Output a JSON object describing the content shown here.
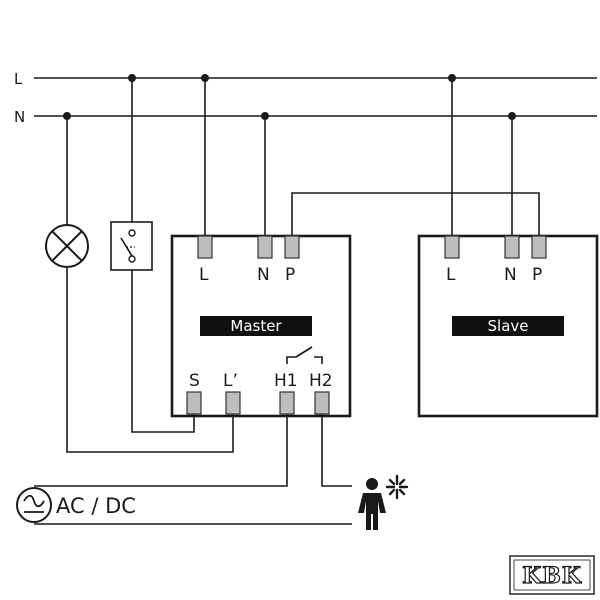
{
  "rails": {
    "live": "L",
    "neutral": "N"
  },
  "master": {
    "title": "Master",
    "terminals_top": [
      "L",
      "N",
      "P"
    ],
    "terminals_bottom": [
      "S",
      "L’",
      "H1",
      "H2"
    ]
  },
  "slave": {
    "title": "Slave",
    "terminals_top": [
      "L",
      "N",
      "P"
    ]
  },
  "supply": {
    "label": "AC / DC"
  },
  "logo": {
    "text": "KBK"
  },
  "icons": {
    "lamp": "lamp-icon",
    "switch": "switch-icon",
    "relay_contact": "relay-contact-icon",
    "supply": "ac-dc-supply-icon",
    "motion_sensor": "motion-sensor-icon"
  },
  "colors": {
    "ink": "#1a1a1a",
    "terminal": "#bdbdbd",
    "label_bar": "#111111"
  }
}
